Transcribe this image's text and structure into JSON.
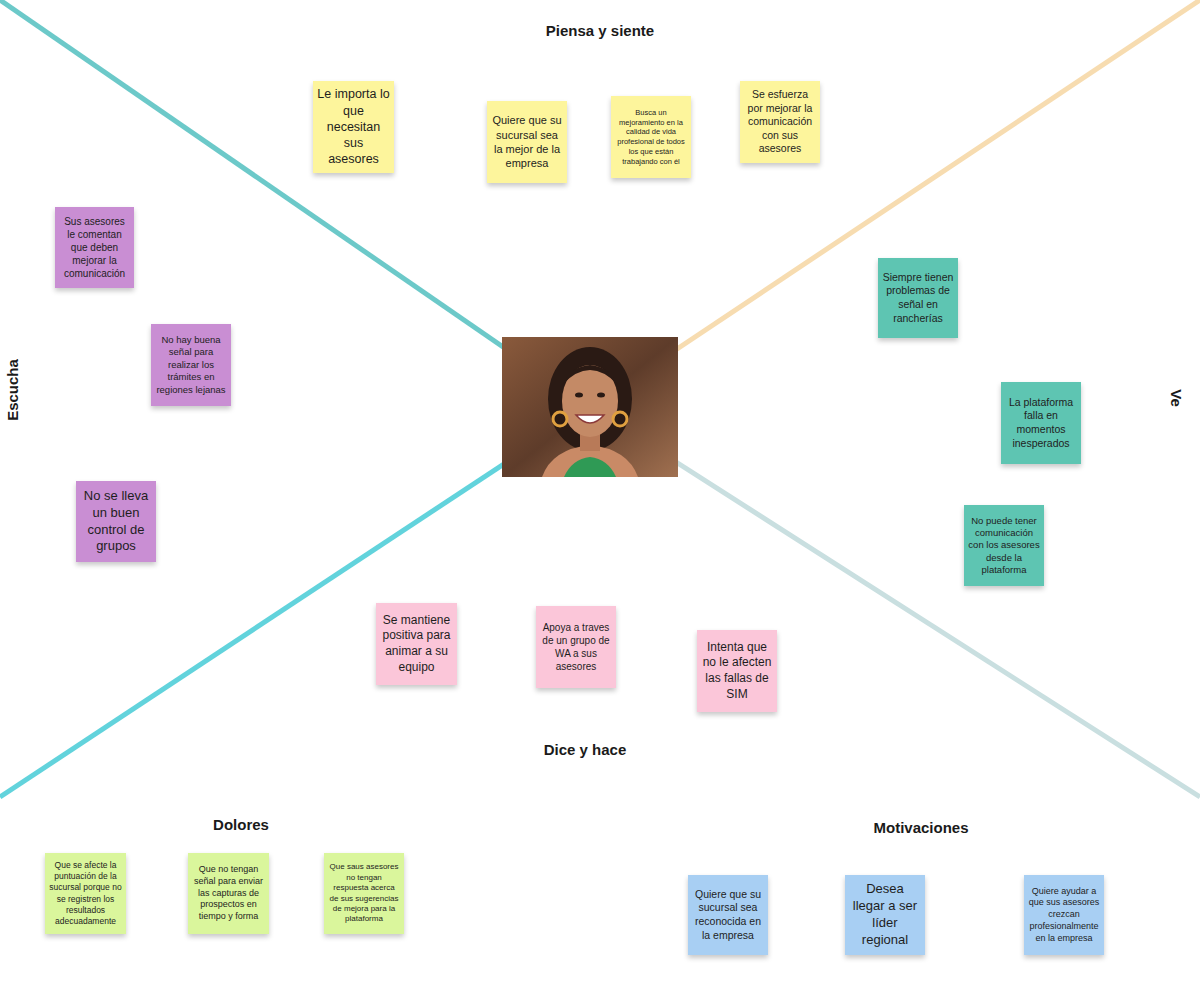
{
  "diagram": {
    "nodes": [
      {
        "text": [
          "Piensa y siente"
        ]
      },
      {
        "text": [
          "Le importa lo que necesitan sus asesores"
        ],
        "in": 0
      },
      {
        "text": [
          "Quiere que su sucursal sea la mejor de la empresa"
        ],
        "in": 0
      },
      {
        "text": [
          "Busca un mejoramiento en la calidad de vida profesional de todos los que están trabajando con él"
        ],
        "in": 0
      },
      {
        "text": [
          "Se esfuerza por mejorar la comunicación con sus asesores"
        ],
        "in": 0
      },
      {
        "text": [
          "Escucha"
        ]
      },
      {
        "text": [
          "Sus asesores le comentan que deben mejorar la comunicación"
        ],
        "in": 5
      },
      {
        "text": [
          "No hay buena señal para realizar los trámites en regiones lejanas"
        ],
        "in": 5
      },
      {
        "text": [
          "No se lleva un buen control de grupos"
        ],
        "in": 5
      },
      {
        "text": [
          "Ve"
        ]
      },
      {
        "text": [
          "Siempre tienen problemas de señal en rancherías"
        ],
        "in": 9
      },
      {
        "text": [
          "La plataforma falla en momentos inesperados"
        ],
        "in": 9
      },
      {
        "text": [
          "No puede tener comunicación con los asesores desde la plataforma"
        ],
        "in": 9
      },
      {
        "text": [
          "Dice y hace"
        ]
      },
      {
        "text": [
          "Se mantiene positiva para animar a su equipo"
        ],
        "in": 13
      },
      {
        "text": [
          "Apoya a traves de un grupo de WA a sus asesores"
        ],
        "in": 13
      },
      {
        "text": [
          "Intenta que no le afecten las fallas de SIM"
        ],
        "in": 13
      },
      {
        "text": [
          "Dolores"
        ]
      },
      {
        "text": [
          "Que se afecte la puntuación de la sucursal porque no se registren los resultados adecuadamente"
        ],
        "in": 17
      },
      {
        "text": [
          "Que no tengan señal para enviar las capturas de prospectos en tiempo y forma"
        ],
        "in": 17
      },
      {
        "text": [
          "Que saus asesores no tengan respuesta acerca de sus sugerencias de mejora para la plataforma"
        ],
        "in": 17
      },
      {
        "text": [
          "Motivaciones"
        ]
      },
      {
        "text": [
          "Quiere que su sucursal sea reconocida en la empresa"
        ],
        "in": 21
      },
      {
        "text": [
          "Desea llegar a ser líder regional"
        ],
        "in": 21
      },
      {
        "text": [
          "Quiere ayudar a que sus asesores crezcan profesionalmente en la empresa"
        ],
        "in": 21
      }
    ]
  }
}
